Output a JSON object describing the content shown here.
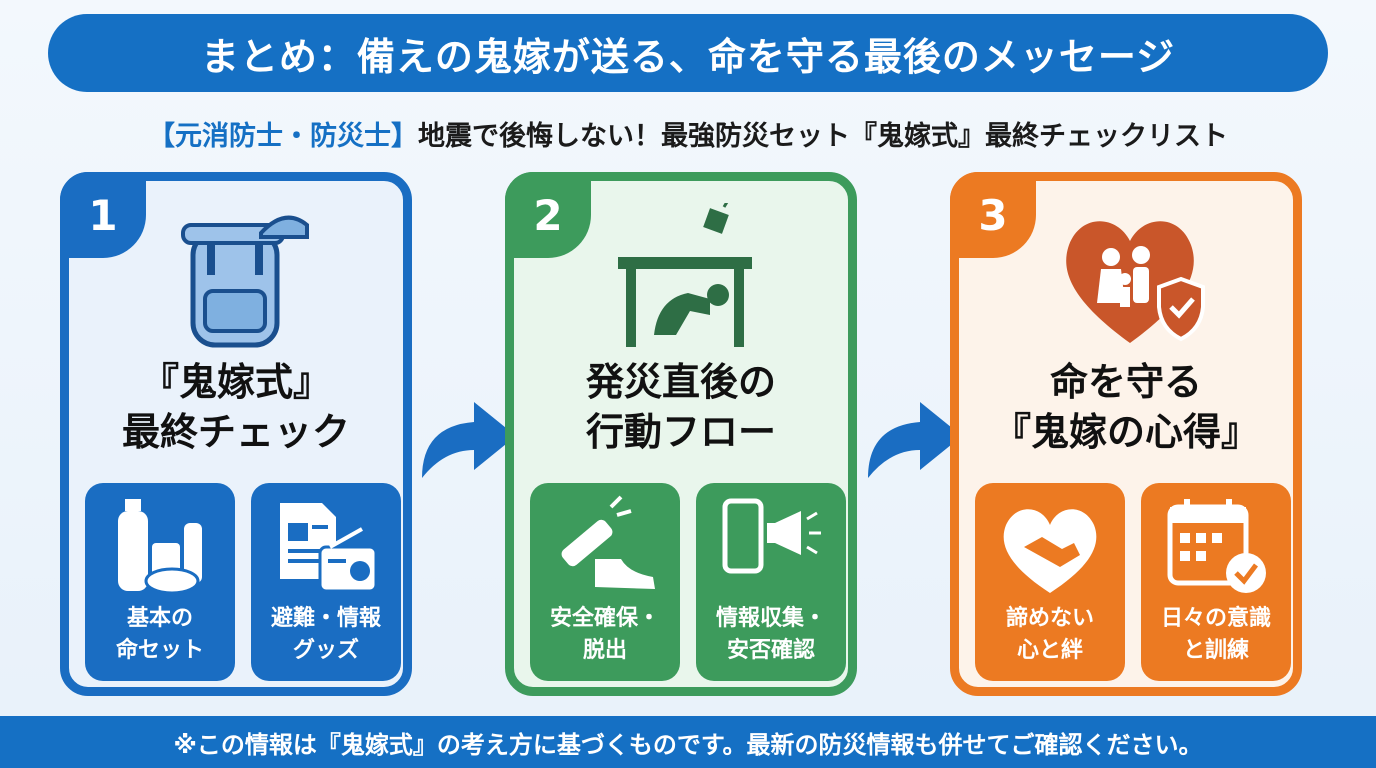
{
  "title": "まとめ：備えの鬼嫁が送る、命を守る最後のメッセージ",
  "subtitle": {
    "tag": "【元消防士・防災士】",
    "text": "地震で後悔しない！最強防災セット『鬼嫁式』最終チェックリスト"
  },
  "cards": [
    {
      "number": "1",
      "title_line1": "『鬼嫁式』",
      "title_line2": "最終チェック",
      "color": "#1a6dc2",
      "icon": "backpack-helmet-icon",
      "items": [
        {
          "label_line1": "基本の",
          "label_line2": "命セット",
          "icon": "water-food-icon"
        },
        {
          "label_line1": "避難・情報",
          "label_line2": "グッズ",
          "icon": "document-radio-icon"
        }
      ]
    },
    {
      "number": "2",
      "title_line1": "発災直後の",
      "title_line2": "行動フロー",
      "color": "#3d9b5c",
      "icon": "take-cover-under-table-icon",
      "items": [
        {
          "label_line1": "安全確保・",
          "label_line2": "脱出",
          "icon": "flashlight-shoe-icon"
        },
        {
          "label_line1": "情報収集・",
          "label_line2": "安否確認",
          "icon": "phone-megaphone-icon"
        }
      ]
    },
    {
      "number": "3",
      "title_line1": "命を守る",
      "title_line2": "『鬼嫁の心得』",
      "color": "#ec7a22",
      "icon": "family-heart-shield-icon",
      "items": [
        {
          "label_line1": "諦めない",
          "label_line2": "心と絆",
          "icon": "handshake-heart-icon"
        },
        {
          "label_line1": "日々の意識",
          "label_line2": "と訓練",
          "icon": "calendar-check-icon"
        }
      ]
    }
  ],
  "footer": "※この情報は『鬼嫁式』の考え方に基づくものです。最新の防災情報も併せてご確認ください。"
}
